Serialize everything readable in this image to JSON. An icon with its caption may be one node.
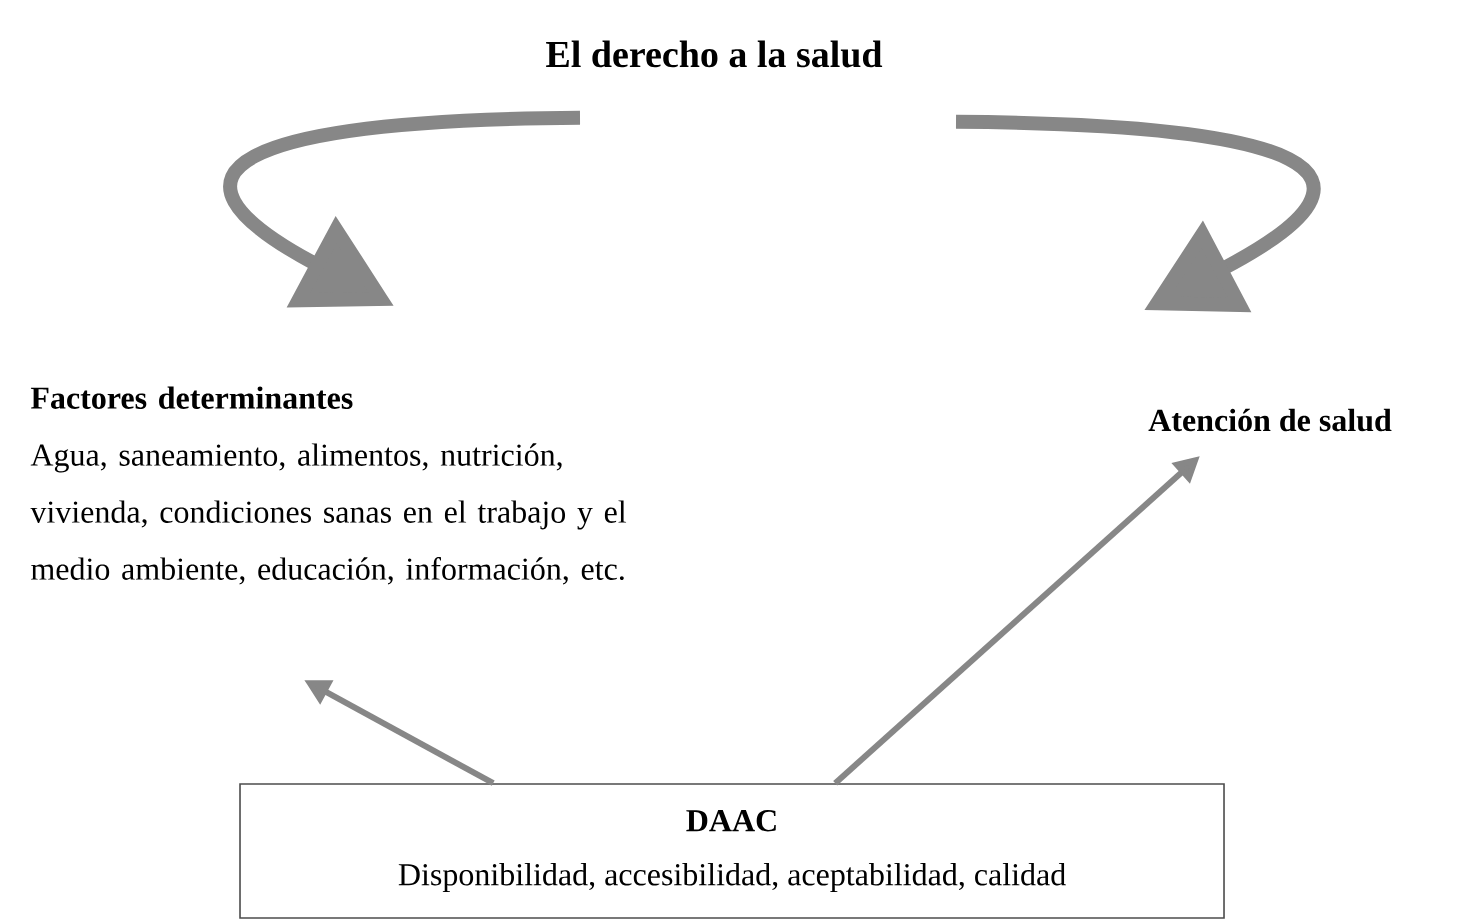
{
  "diagram": {
    "nodes": [
      {
        "text": [
          "El derecho a la salud"
        ]
      },
      {
        "text": [
          "Factores determinantes",
          "Agua, saneamiento, alimentos, nutrición, vivienda, condiciones sanas en el trabajo y el medio ambiente, educación, información, etc."
        ]
      },
      {
        "text": [
          "Atención de salud"
        ]
      },
      {
        "text": [
          "DAAC",
          "Disponibilidad, accesibilidad, aceptabilidad, calidad"
        ]
      }
    ],
    "edges": [
      {
        "from": 0,
        "to": 1,
        "arrow": "to",
        "style": "thick"
      },
      {
        "from": 0,
        "to": 2,
        "arrow": "to",
        "style": "thick"
      },
      {
        "from": 3,
        "to": 1,
        "arrow": "to"
      },
      {
        "from": 3,
        "to": 2,
        "arrow": "to"
      }
    ]
  }
}
